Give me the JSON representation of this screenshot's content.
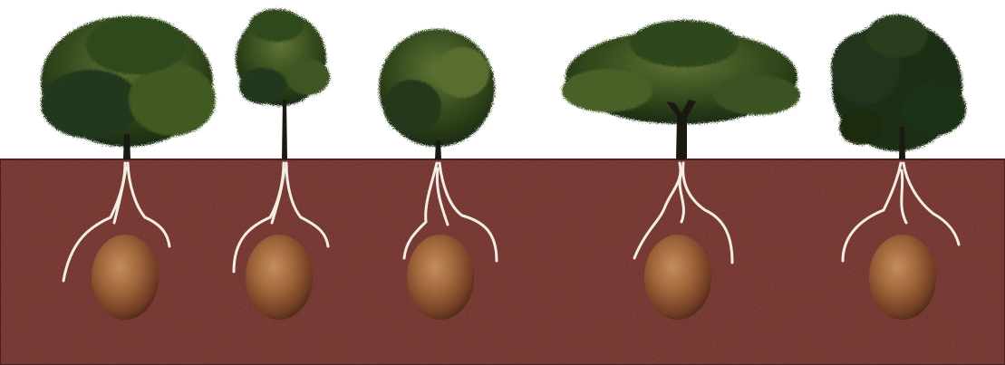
{
  "colors": {
    "sky": "#ffffff",
    "soil": "#6a2b26",
    "soil_dark": "#55201d",
    "soil_speck": "#7b3b30",
    "foliage_dark": "#1f3315",
    "foliage_mid": "#38501f",
    "foliage_light": "#6f7f3a",
    "trunk": "#1a1a12",
    "root": "#f4efe6",
    "pod_light": "#c98a55",
    "pod_mid": "#9a5c33",
    "pod_dark": "#4d2414"
  },
  "scene": {
    "trees": [
      {
        "id": "tree-1",
        "foliage": "broad-round"
      },
      {
        "id": "tree-2",
        "foliage": "tall-slender"
      },
      {
        "id": "tree-3",
        "foliage": "round"
      },
      {
        "id": "tree-4",
        "foliage": "wide-spreading"
      },
      {
        "id": "tree-5",
        "foliage": "irregular"
      }
    ]
  }
}
